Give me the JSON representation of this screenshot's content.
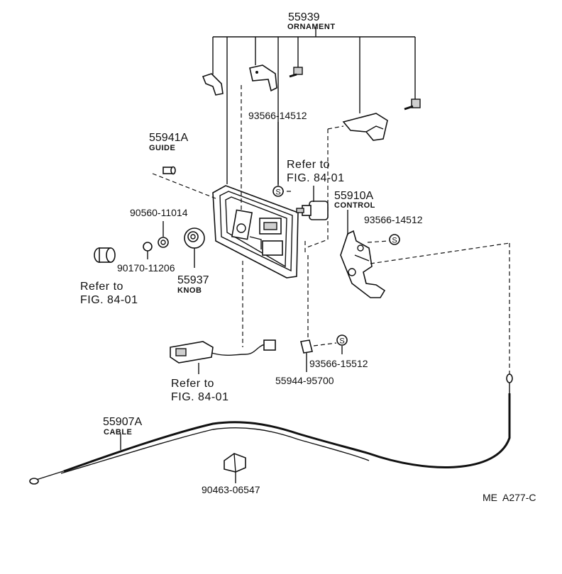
{
  "parts": {
    "ornament": {
      "number": "55939",
      "name": "ORNAMENT"
    },
    "screw_top": {
      "number": "93566-14512"
    },
    "guide": {
      "number": "55941A",
      "name": "GUIDE"
    },
    "refer_top": {
      "line1": "Refer to",
      "line2": "FIG. 84-01"
    },
    "control": {
      "number": "55910A",
      "name": "CONTROL"
    },
    "screw_right": {
      "number": "93566-14512"
    },
    "pin": {
      "number": "90560-11014"
    },
    "clip": {
      "number": "90170-11206"
    },
    "knob": {
      "number": "55937",
      "name": "KNOB"
    },
    "refer_left": {
      "line1": "Refer to",
      "line2": "FIG. 84-01"
    },
    "refer_bottom": {
      "line1": "Refer to",
      "line2": "FIG. 84-01"
    },
    "screw_bottom": {
      "number": "93566-15512"
    },
    "bracket": {
      "number": "55944-95700"
    },
    "cable": {
      "number": "55907A",
      "name": "CABLE"
    },
    "clamp": {
      "number": "90463-06547"
    }
  },
  "screw_symbol": "S",
  "figure_code": "ME  A277-C"
}
